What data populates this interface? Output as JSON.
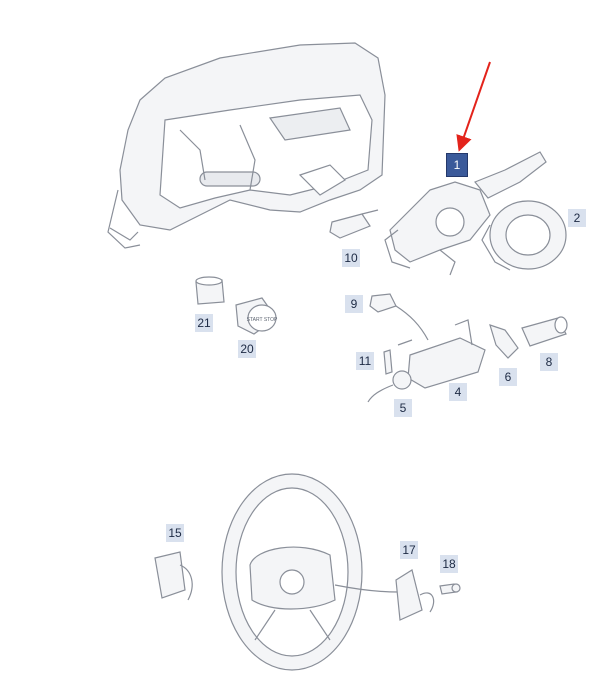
{
  "callouts": [
    {
      "id": "1",
      "label": "1",
      "active": true
    },
    {
      "id": "2",
      "label": "2"
    },
    {
      "id": "4",
      "label": "4"
    },
    {
      "id": "5",
      "label": "5"
    },
    {
      "id": "6",
      "label": "6"
    },
    {
      "id": "8",
      "label": "8"
    },
    {
      "id": "9",
      "label": "9"
    },
    {
      "id": "10",
      "label": "10"
    },
    {
      "id": "11",
      "label": "11"
    },
    {
      "id": "15",
      "label": "15"
    },
    {
      "id": "17",
      "label": "17"
    },
    {
      "id": "18",
      "label": "18"
    },
    {
      "id": "20",
      "label": "20"
    },
    {
      "id": "21",
      "label": "21"
    }
  ],
  "start_button_text": "START STOP",
  "colors": {
    "line": "#8a8f99",
    "fill": "#f4f5f7",
    "callout_bg": "#d9e1ee",
    "active_callout_bg": "#3b5a9a",
    "arrow": "#e3231b"
  }
}
